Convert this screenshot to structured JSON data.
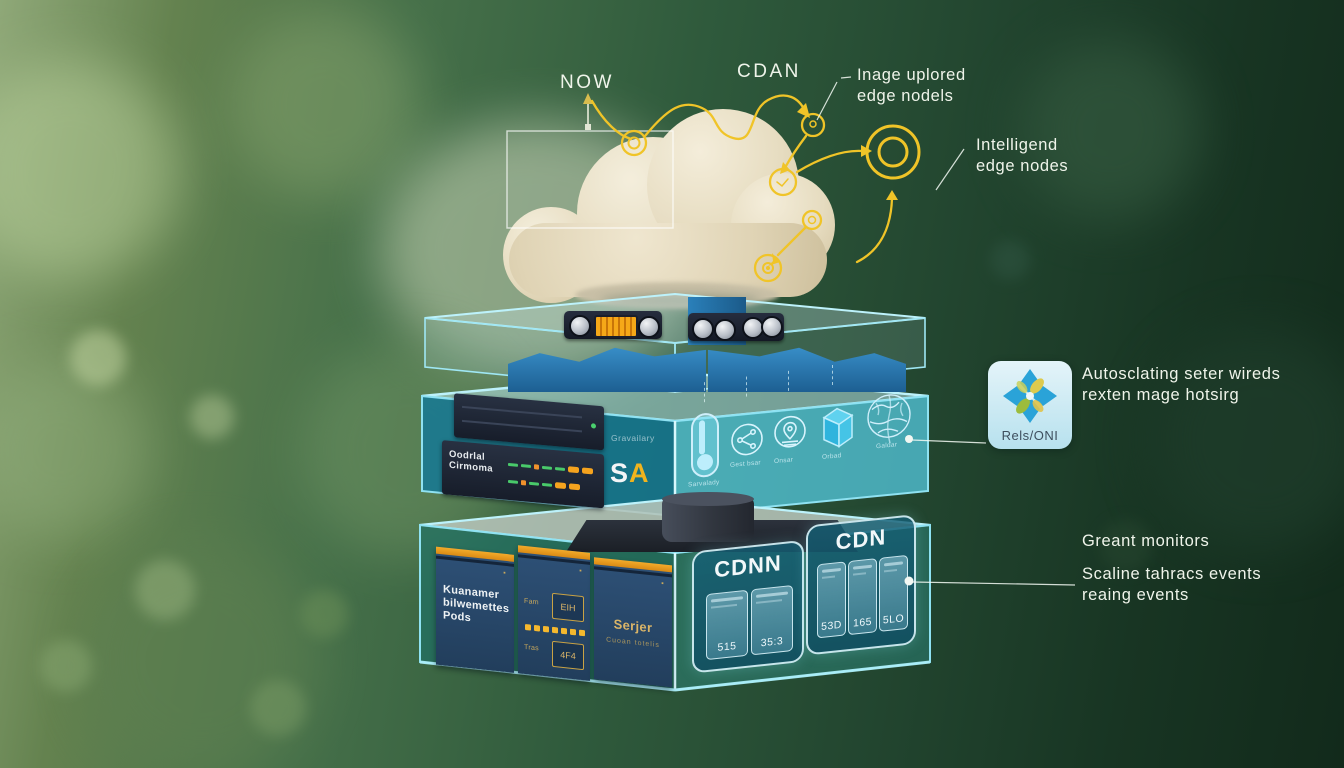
{
  "cloud_annotations": {
    "now": "NOW",
    "cdan": "CDAN",
    "uploaded_note_line1": "Inage uplored",
    "uploaded_note_line2": "edge nodels",
    "edge_note_line1": "Intelligend",
    "edge_note_line2": "edge nodes"
  },
  "right_annotations": {
    "autoscaling_line1": "Autosclating seter wireds",
    "autoscaling_line2": "rexten mage hotsirg",
    "registry_badge_label": "Rels/ONI",
    "monitors": "Greant monitors",
    "scaling_line1": "Scaline tahracs events",
    "scaling_line2": "reaing events"
  },
  "middle_layer": {
    "rack_label_line1": "Oodrlal",
    "rack_label_line2": "Cirmoma",
    "faint_label": "Gravailary",
    "sa_logo_s": "S",
    "sa_logo_a": "A",
    "icons": [
      {
        "name": "gauge-bar",
        "caption": "Sarvalady"
      },
      {
        "name": "share-network",
        "caption": "Gest bsar"
      },
      {
        "name": "location-pin",
        "caption": "Onsar"
      },
      {
        "name": "storage-cube",
        "caption": "Orbad"
      },
      {
        "name": "globe",
        "caption": "Galdar"
      }
    ]
  },
  "bottom_layer": {
    "cabinet_kubernetes": {
      "line1": "Kuanamer",
      "line2": "bilwemettes",
      "line3": "Pods"
    },
    "cabinet_middle": {
      "tag_top": "Fam",
      "box_top": "EIH",
      "tag_bottom": "Tras",
      "box_bottom": "4F4"
    },
    "cabinet_server": {
      "title": "Serjer",
      "subtitle": "Cuoan totelis"
    },
    "cdnn_panel": {
      "title": "CDNN",
      "cards": [
        {
          "value": "515"
        },
        {
          "value": "35:3"
        }
      ]
    },
    "cdn_panel": {
      "title": "CDN",
      "cards": [
        {
          "value": "53D"
        },
        {
          "value": "165"
        },
        {
          "value": "5LO"
        }
      ]
    }
  },
  "colors": {
    "annotation_yellow": "#f0c428",
    "glass_edge": "#a8eef8",
    "glass_teal": "#26a7bf",
    "cloud_cream": "#e9e0c8",
    "cabinet_blue": "#2b4a6b",
    "accent_orange": "#e59a1f",
    "background_green": "#2e5638"
  }
}
